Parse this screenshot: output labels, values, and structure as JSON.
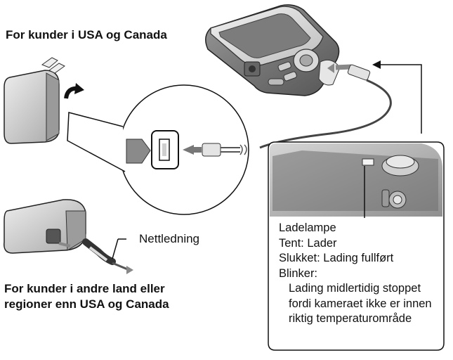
{
  "headings": {
    "usa_canada": "For kunder i USA og Canada",
    "other_regions_line1": "For kunder i andre land eller",
    "other_regions_line2": "regioner enn USA og Canada"
  },
  "labels": {
    "power_cord": "Nettledning"
  },
  "lamp_info": {
    "title": "Ladelampe",
    "on": "Tent: Lader",
    "off": "Slukket: Lading fullført",
    "blinking": "Blinker:",
    "blinking_desc_1": "Lading midlertidig stoppet",
    "blinking_desc_2": "fordi kameraet ikke er innen",
    "blinking_desc_3": "riktig temperaturområde"
  }
}
